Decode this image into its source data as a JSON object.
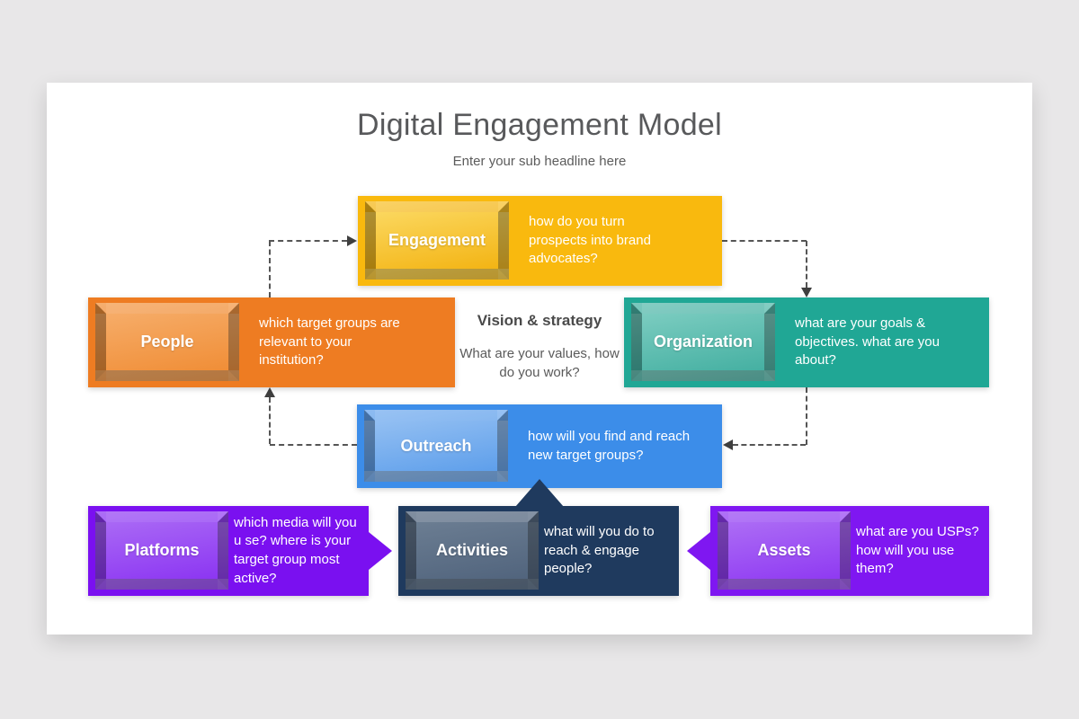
{
  "page": {
    "background_color": "#e8e7e8",
    "card_color": "#ffffff"
  },
  "slide": {
    "title": "Digital Engagement Model",
    "subtitle": "Enter your sub headline here",
    "title_color": "#58595b"
  },
  "center": {
    "heading": "Vision & strategy",
    "body": "What are your values, how do you work?"
  },
  "nodes": {
    "engagement": {
      "label": "Engagement",
      "description": "how do you turn prospects into brand advocates?",
      "color": "#f9b90e"
    },
    "people": {
      "label": "People",
      "description": "which target groups are relevant to your institution?",
      "color": "#ee7c22"
    },
    "organization": {
      "label": "Organization",
      "description": "what are your goals & objectives. what are you about?",
      "color": "#20a795"
    },
    "outreach": {
      "label": "Outreach",
      "description": "how will you find and reach new target groups?",
      "color": "#3c8de9"
    },
    "platforms": {
      "label": "Platforms",
      "description": "which media will you u se? where is your target group most active?",
      "color": "#7a10f0"
    },
    "activities": {
      "label": "Activities",
      "description": "what will you do to reach & engage people?",
      "color": "#1f3a5e"
    },
    "assets": {
      "label": "Assets",
      "description": "what are you USPs? how will you use them?",
      "color": "#7f17f1"
    }
  },
  "connectors": [
    {
      "from": "people",
      "to": "engagement",
      "style": "dashed-arrow"
    },
    {
      "from": "engagement",
      "to": "organization",
      "style": "dashed-arrow"
    },
    {
      "from": "organization",
      "to": "outreach",
      "style": "dashed-arrow"
    },
    {
      "from": "outreach",
      "to": "people",
      "style": "dashed-arrow"
    },
    {
      "from": "platforms",
      "to": "activities",
      "style": "solid-pointer"
    },
    {
      "from": "assets",
      "to": "activities",
      "style": "solid-pointer"
    },
    {
      "from": "activities",
      "to": "outreach",
      "style": "solid-pointer"
    }
  ]
}
